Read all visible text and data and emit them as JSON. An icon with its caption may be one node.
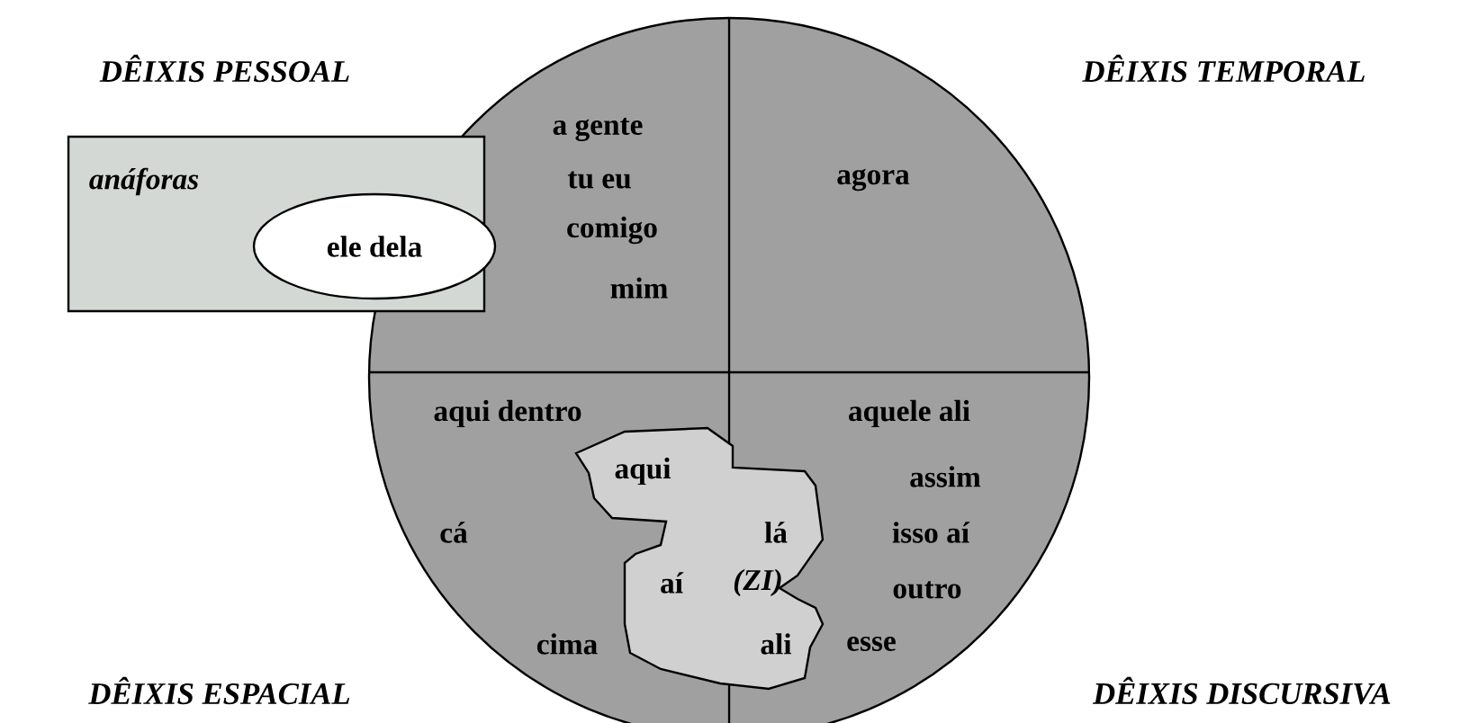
{
  "diagram": {
    "nodes": [
      {
        "text": [],
        "shape": "circle"
      },
      {
        "text": [
          "anáforas"
        ]
      },
      {
        "text": [
          "ele dela"
        ],
        "in": 1
      },
      {
        "text": [
          "aqui",
          "lá",
          "aí",
          "(ZI)",
          "ali"
        ],
        "in": 0
      }
    ],
    "labels": [
      "DÊIXIS PESSOAL",
      "DÊIXIS TEMPORAL",
      "a gente",
      "tu eu",
      "comigo",
      "mim",
      "agora",
      "aqui dentro",
      "aquele ali",
      "assim",
      "cá",
      "isso aí",
      "outro",
      "cima",
      "esse",
      "DÊIXIS ESPACIAL",
      "DÊIXIS DISCURSIVA"
    ]
  }
}
